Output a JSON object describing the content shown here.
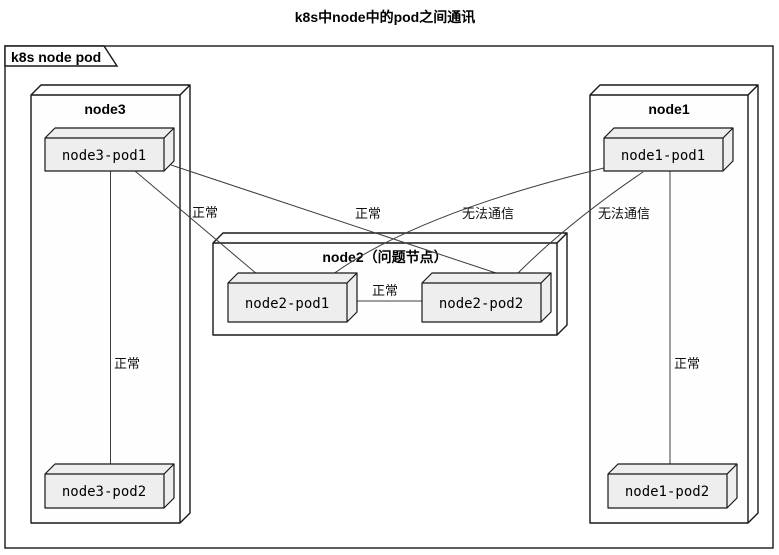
{
  "diagram_title": "k8s中node中的pod之间通讯",
  "frame": {
    "label": "k8s node pod"
  },
  "nodes": {
    "node3": {
      "title": "node3",
      "pod1": "node3-pod1",
      "pod2": "node3-pod2"
    },
    "node2": {
      "title": "node2（问题节点）",
      "pod1": "node2-pod1",
      "pod2": "node2-pod2"
    },
    "node1": {
      "title": "node1",
      "pod1": "node1-pod1",
      "pod2": "node1-pod2"
    }
  },
  "edges": [
    {
      "from": "node3-pod1",
      "to": "node3-pod2",
      "label": "正常"
    },
    {
      "from": "node1-pod1",
      "to": "node1-pod2",
      "label": "正常"
    },
    {
      "from": "node2-pod1",
      "to": "node2-pod2",
      "label": "正常"
    },
    {
      "from": "node3-pod1",
      "to": "node2-pod1",
      "label": "正常"
    },
    {
      "from": "node3-pod1",
      "to": "node2-pod2",
      "label": "正常"
    },
    {
      "from": "node1-pod1",
      "to": "node2-pod1",
      "label": "无法通信"
    },
    {
      "from": "node1-pod1",
      "to": "node2-pod2",
      "label": "无法通信"
    }
  ],
  "colors": {
    "pod_fill": "#eeeeee",
    "node_fill": "#fefefe",
    "border": "#181818",
    "edge_line": "#3d3d3d",
    "background": "#ffffff"
  }
}
